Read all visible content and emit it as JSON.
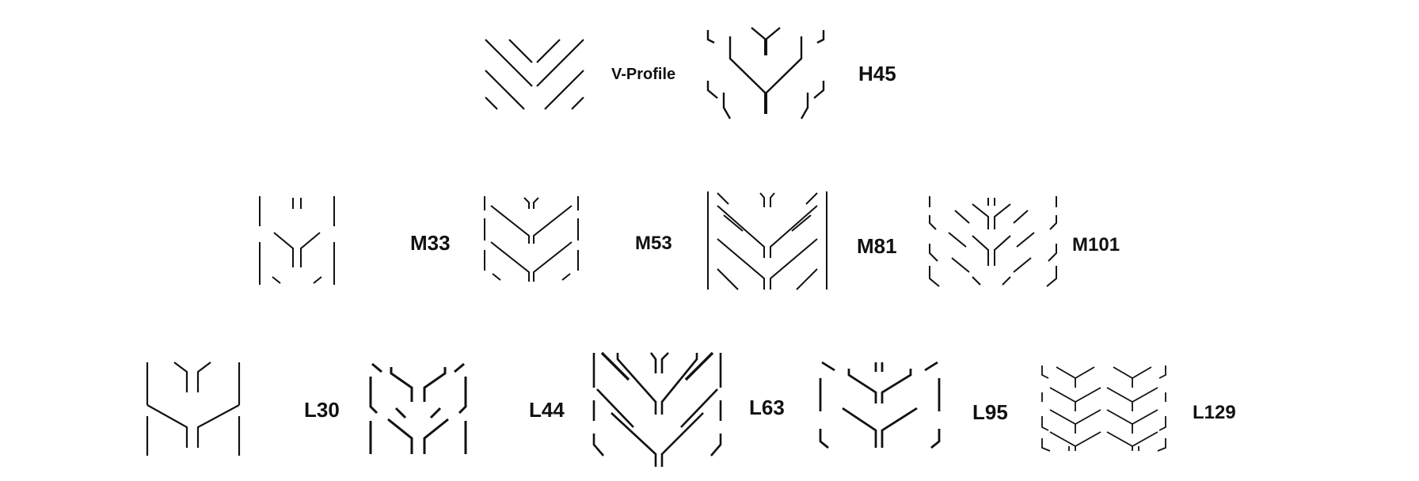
{
  "profiles": [
    {
      "key": "vprofile",
      "label": "V-Profile"
    },
    {
      "key": "h45",
      "label": "H45"
    },
    {
      "key": "m33",
      "label": "M33"
    },
    {
      "key": "m53",
      "label": "M53"
    },
    {
      "key": "m81",
      "label": "M81"
    },
    {
      "key": "m101",
      "label": "M101"
    },
    {
      "key": "l30",
      "label": "L30"
    },
    {
      "key": "l44",
      "label": "L44"
    },
    {
      "key": "l63",
      "label": "L63"
    },
    {
      "key": "l95",
      "label": "L95"
    },
    {
      "key": "l129",
      "label": "L129"
    }
  ],
  "colors": {
    "line": "#111111",
    "background": "#ffffff"
  }
}
